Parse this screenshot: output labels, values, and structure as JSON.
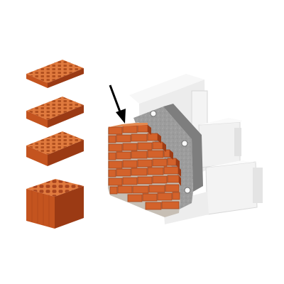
{
  "scene": {
    "subject": "wall-construction-illustration",
    "colors": {
      "brick": "#d3622b",
      "brick_top": "#e07a3e",
      "brick_side": "#a9441d",
      "brick_shadow": "#8f3614",
      "mortar": "#c9c2b8",
      "insulation": "#9a9a9a",
      "insulation_dark": "#7f7f7f",
      "block": "#f2f2f2",
      "block_shade": "#dcdcdc",
      "arrow": "#000000"
    },
    "items": [
      {
        "name": "brick-sample-1",
        "type": "perforated-brick-flat"
      },
      {
        "name": "brick-sample-2",
        "type": "perforated-brick-flat"
      },
      {
        "name": "brick-sample-3",
        "type": "perforated-brick-flat"
      },
      {
        "name": "brick-sample-4",
        "type": "perforated-brick-large"
      },
      {
        "name": "wall-cross-section",
        "layers": [
          "brick-facing",
          "insulation-board",
          "aerated-concrete-blocks"
        ]
      },
      {
        "name": "pointer-arrow",
        "icon": "arrow-down-right-icon"
      }
    ]
  }
}
